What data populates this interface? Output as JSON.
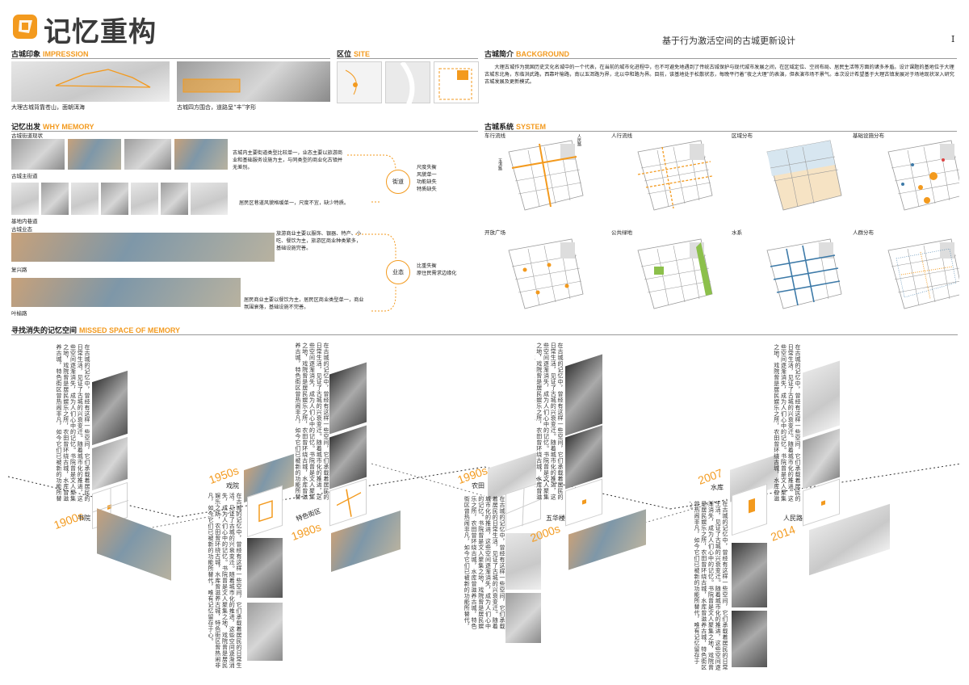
{
  "header": {
    "logo_title": "记忆重构",
    "subtitle": "基于行为激活空间的古城更新设计",
    "page_number": "I"
  },
  "impression": {
    "title": "古城印象",
    "title_en": "IMPRESSION",
    "caption_1": "大理古城背靠苍山，面朝洱海",
    "caption_2": "古城四方围合，道路呈“丰”字形"
  },
  "site": {
    "title": "区位",
    "title_en": "SITE"
  },
  "background": {
    "title": "古城简介",
    "title_en": "BACKGROUND",
    "text": "大理古城作为我国历史文化名城中的一个代表，在当前的城市化进程中，也不可避免地遇到了传统古城保护与现代城市发展之间，在区域定位、空间布局、居民生活等方面的诸多矛盾。设计课题的基地位于大理古城东北角，东临洪武路，西靠叶榆路，南以玉洱路为界，北以中和路为界。目前，该基地处于松散状态，每晚平行着“夜之大理”的表演，但表演市场不景气。本次设计希望基于大理古镇发展对于场地现状深入研究古城发展及更新模式。"
  },
  "why_memory": {
    "title": "记忆出发",
    "title_en": "WHY MEMORY",
    "street_status_label": "古城街道现状",
    "main_street_label": "古城主街道",
    "alley_label": "基地内巷道",
    "business_label": "古城业态",
    "fuxing_label": "复兴路",
    "yeyu_label": "叶榆路",
    "text_1": "古城内主要街道类型比较单一，业态主要以旅游商业和基础服务设施为主，与同类型的商业化古镇并无差别。",
    "text_2": "居民区巷道风貌格缓单一，尺度不宜，缺少特质。",
    "text_3": "旅游商业主要以服饰、银器、特产、小吃、餐饮为主，旅游区商业种类繁多，基础设施完善。",
    "text_4": "居民商业主要以餐饮为主，居民区商业类型单一，商业氛围衰落，基础设施不完善。",
    "circle_street": "街道",
    "circle_business": "业态",
    "result_street": "尺度失衡\n风貌单一\n功能缺失\n特质缺失",
    "result_business": "比重失衡\n原住民需求边缘化"
  },
  "system": {
    "title": "古城系统",
    "title_en": "SYSTEM",
    "maps": [
      "车行流线",
      "人行流线",
      "区域分布",
      "基础设施分布",
      "开放广场",
      "公共绿地",
      "水系",
      "人群分布"
    ],
    "road_label_1": "玉洱路",
    "road_label_2": "人民路"
  },
  "missed_space": {
    "title": "寻找消失的记忆空间",
    "title_en": "MISSED SPACE OF MEMORY",
    "years": [
      "1900s",
      "1950s",
      "1980s",
      "1990s",
      "2000s",
      "2007",
      "2014"
    ],
    "place_labels": [
      "书院",
      "戏院",
      "特色街区",
      "农田",
      "五华楼",
      "水库",
      "人民路"
    ],
    "column_text": "在古城的记忆中，曾经有这样一些空间，它们承载着居民的日常生活，见证了古城的兴衰变迁。随着城市化的推进，这些空间逐渐消失，成为人们心中的记忆。书院曾是文人聚集之地，戏院曾是居民娱乐之所，农田曾环绕古城，水库曾滋养古城，特色街区曾热闹非凡，如今它们已被新的功能所替代，唯有记忆留存于心。"
  },
  "colors": {
    "accent": "#f39a1e",
    "water": "#3d7aa8",
    "green": "#8cc04b"
  }
}
